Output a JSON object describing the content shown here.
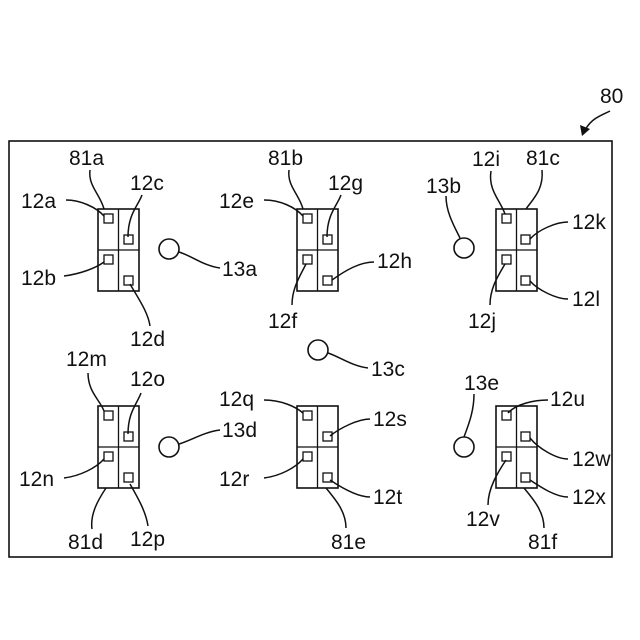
{
  "figure": {
    "frame_label": "80",
    "modules": [
      {
        "id": "81a",
        "parts": [
          "12a",
          "12b",
          "12c",
          "12d"
        ]
      },
      {
        "id": "81b",
        "parts": [
          "12e",
          "12f",
          "12g",
          "12h"
        ]
      },
      {
        "id": "81c",
        "parts": [
          "12i",
          "12j",
          "12k",
          "12l"
        ]
      },
      {
        "id": "81d",
        "parts": [
          "12m",
          "12n",
          "12o",
          "12p"
        ]
      },
      {
        "id": "81e",
        "parts": [
          "12q",
          "12r",
          "12s",
          "12t"
        ]
      },
      {
        "id": "81f",
        "parts": [
          "12u",
          "12v",
          "12w",
          "12x"
        ]
      }
    ],
    "sensors": [
      "13a",
      "13b",
      "13c",
      "13d",
      "13e"
    ]
  },
  "colors": {
    "line": "#111111",
    "background": "#ffffff"
  }
}
